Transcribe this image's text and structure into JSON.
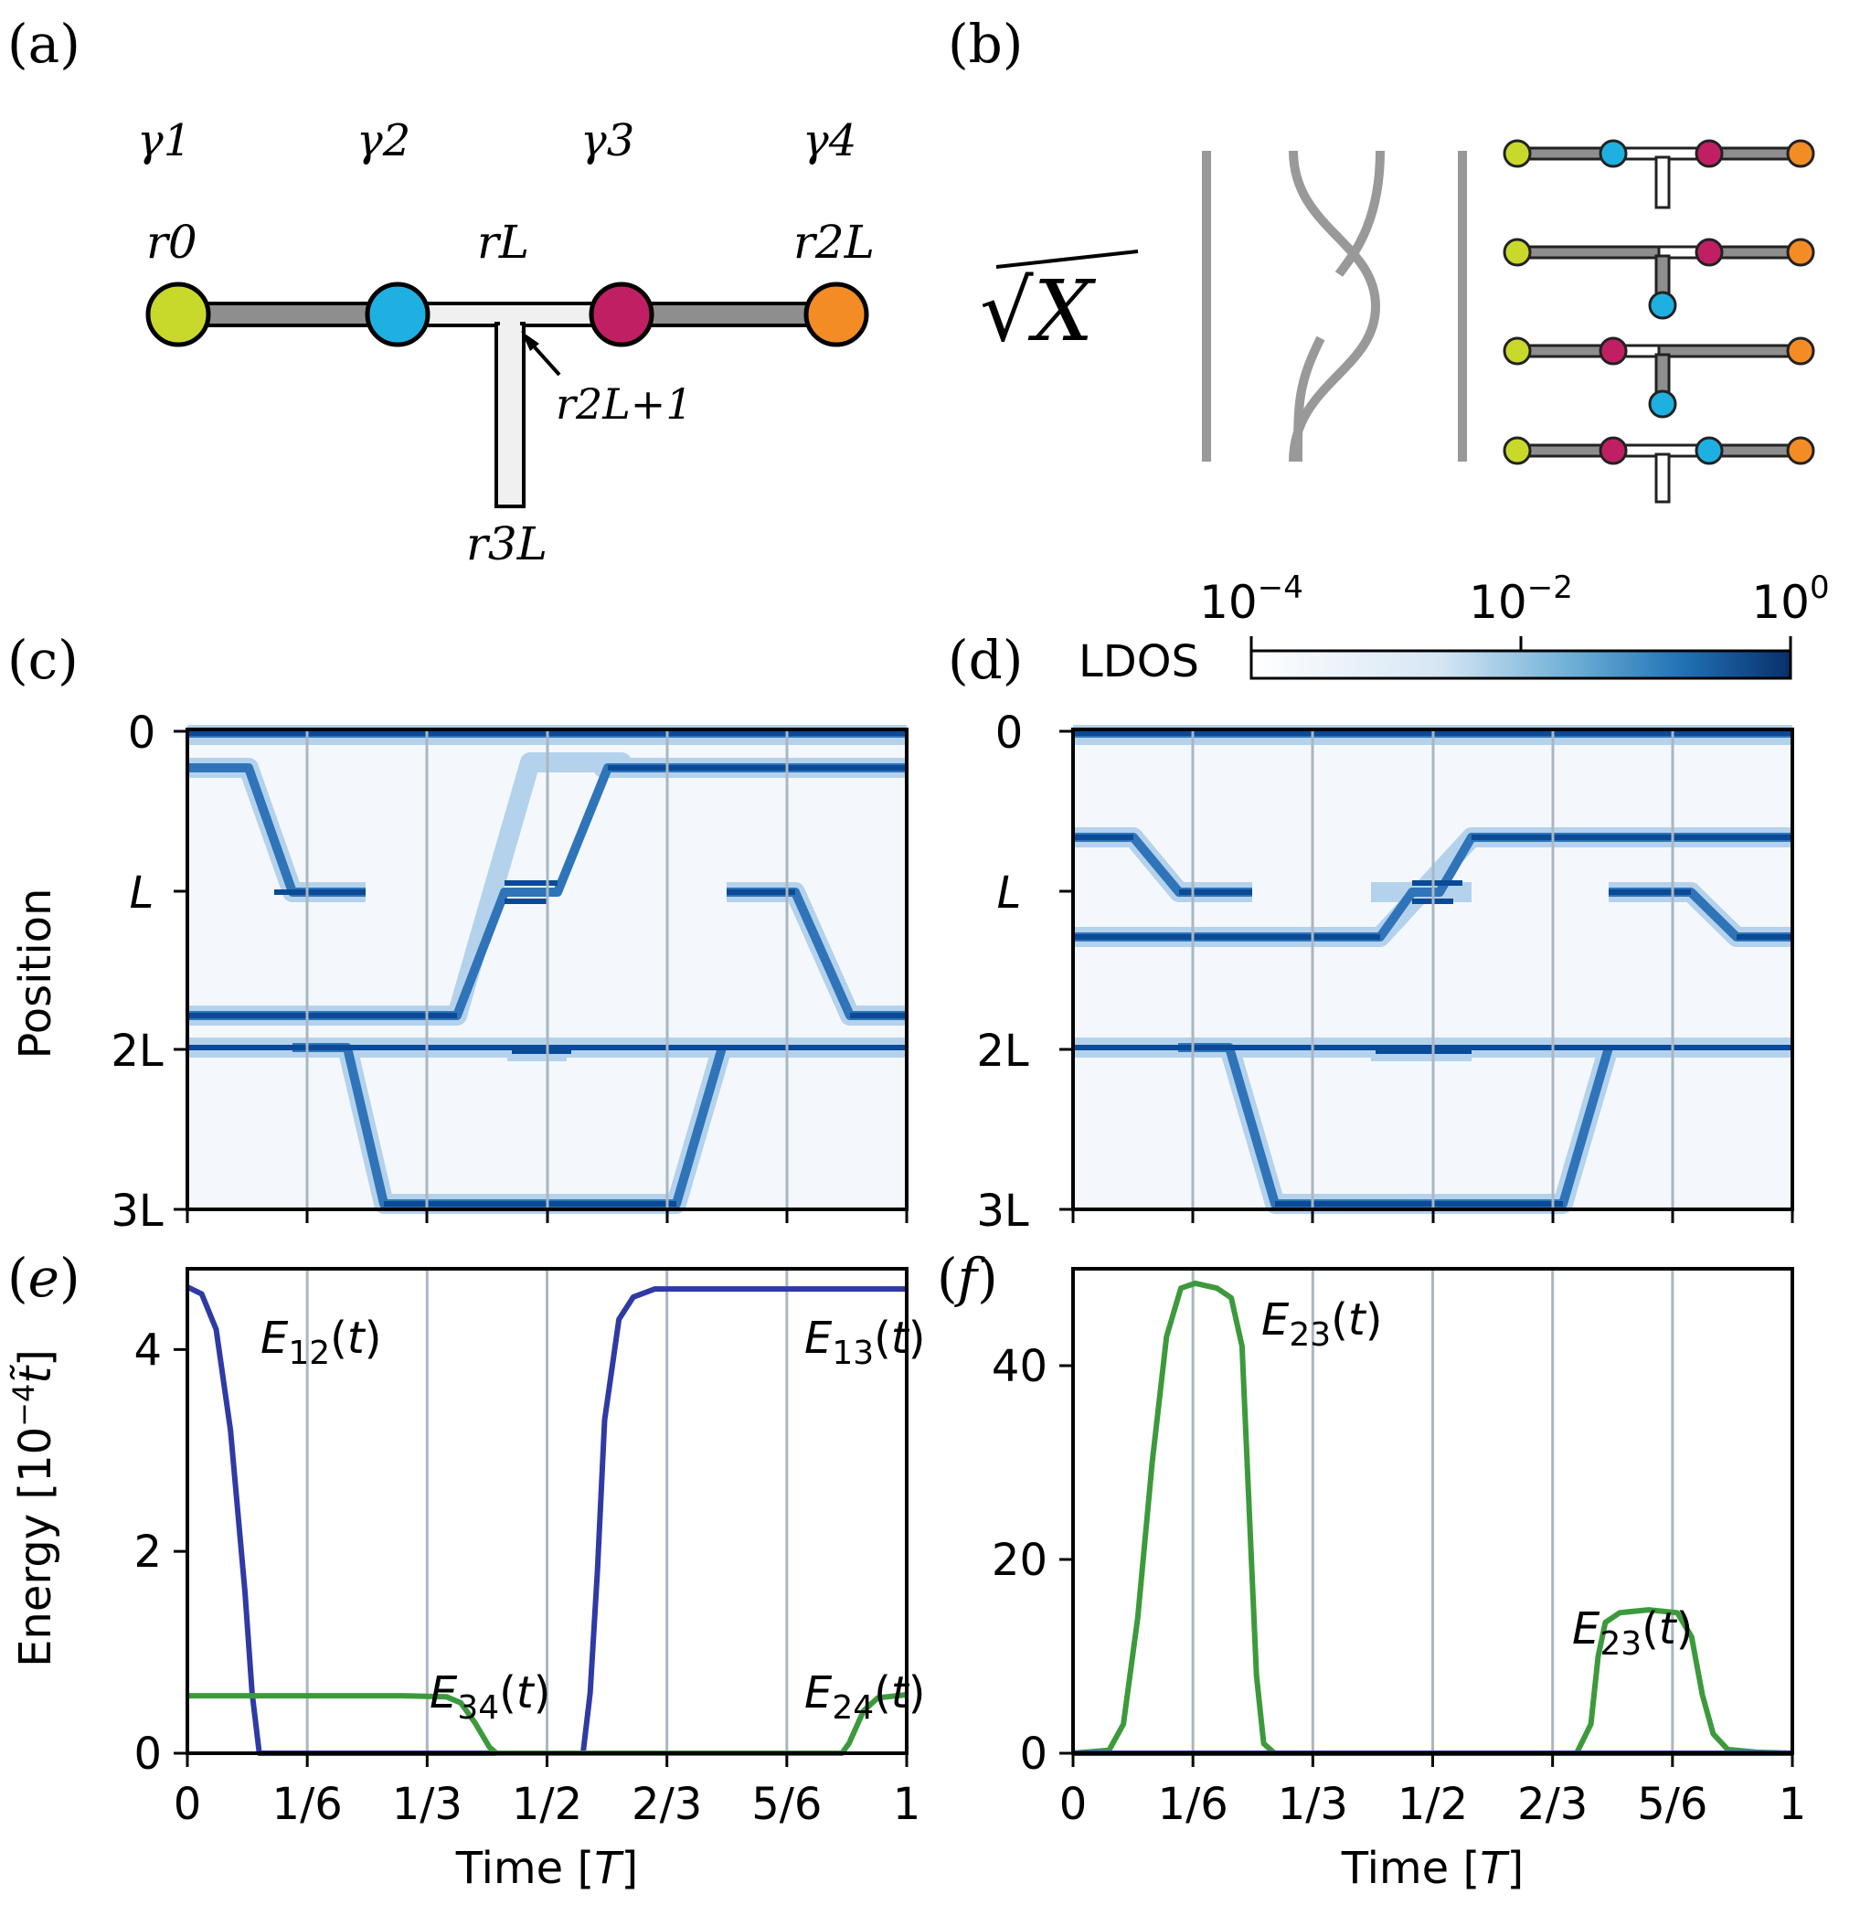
{
  "panel_labels": {
    "a": "(a)",
    "b": "(b)",
    "c": "(c)",
    "d": "(d)",
    "e": "(e)",
    "f": "(f)"
  },
  "panel_a": {
    "majoranas": [
      {
        "label": "γ1",
        "color": "#c8d92b"
      },
      {
        "label": "γ2",
        "color": "#1fb0e2"
      },
      {
        "label": "γ3",
        "color": "#c02063"
      },
      {
        "label": "γ4",
        "color": "#f48c25"
      }
    ],
    "site_labels": [
      "r0",
      "rL",
      "r2L",
      "r2L+1",
      "r3L"
    ]
  },
  "panel_b": {
    "gate": "√X"
  },
  "colorbar": {
    "label": "LDOS",
    "ticks": [
      "10^-4",
      "10^-2",
      "10^0"
    ],
    "colors": [
      "#ffffff",
      "#c6dbef",
      "#4292c6",
      "#08306b"
    ]
  },
  "heatmap_axes": {
    "ylabel": "Position",
    "yticks": [
      "0",
      "L",
      "2L",
      "3L"
    ]
  },
  "chart_data": [
    {
      "panel": "e",
      "type": "line",
      "xlabel": "Time [T]",
      "ylabel": "Energy [10^-4 t̃]",
      "xticks": [
        "0",
        "1/6",
        "1/3",
        "1/2",
        "2/3",
        "5/6",
        "1"
      ],
      "yticks": [
        "0",
        "2",
        "4"
      ],
      "xlim": [
        0,
        1
      ],
      "ylim": [
        0,
        4.8
      ],
      "series": [
        {
          "color": "#2f3aa5",
          "x": [
            0,
            0.02,
            0.04,
            0.06,
            0.08,
            0.09,
            0.1,
            0.55,
            0.56,
            0.57,
            0.58,
            0.6,
            0.62,
            0.65,
            0.7,
            1.0
          ],
          "y": [
            4.62,
            4.55,
            4.2,
            3.2,
            1.6,
            0.6,
            0.0,
            0.0,
            0.6,
            1.8,
            3.3,
            4.3,
            4.52,
            4.6,
            4.6,
            4.6
          ]
        },
        {
          "color": "#3c9a3c",
          "x": [
            0,
            0.3,
            0.36,
            0.38,
            0.4,
            0.42,
            0.43,
            0.91,
            0.92,
            0.94,
            0.96,
            1.0
          ],
          "y": [
            0.57,
            0.57,
            0.56,
            0.5,
            0.3,
            0.06,
            0.0,
            0.0,
            0.1,
            0.42,
            0.55,
            0.58
          ]
        }
      ],
      "annotations": [
        "E12(t)",
        "E13(t)",
        "E34(t)",
        "E24(t)"
      ]
    },
    {
      "panel": "f",
      "type": "line",
      "xlabel": "Time [T]",
      "xticks": [
        "0",
        "1/6",
        "1/3",
        "1/2",
        "2/3",
        "5/6",
        "1"
      ],
      "yticks": [
        "0",
        "20",
        "40"
      ],
      "xlim": [
        0,
        1
      ],
      "ylim": [
        0,
        50
      ],
      "series": [
        {
          "color": "#3c9a3c",
          "x": [
            0,
            0.05,
            0.07,
            0.09,
            0.11,
            0.13,
            0.15,
            0.17,
            0.2,
            0.22,
            0.235,
            0.245,
            0.255,
            0.265,
            0.28,
            0.7,
            0.72,
            0.73,
            0.74,
            0.76,
            0.8,
            0.84,
            0.86,
            0.875,
            0.89,
            0.91,
            0.95,
            1.0
          ],
          "y": [
            0,
            0.3,
            3,
            14,
            30,
            43,
            48,
            48.5,
            48,
            47,
            42,
            25,
            8,
            1,
            0,
            0,
            3,
            10,
            13.5,
            14.5,
            14.8,
            14.5,
            12,
            6,
            2,
            0.4,
            0.1,
            0
          ]
        },
        {
          "color": "#2f3aa5",
          "x": [
            0,
            1
          ],
          "y": [
            0,
            0
          ]
        }
      ],
      "annotations": [
        "E23(t)",
        "E23(t)"
      ]
    }
  ]
}
